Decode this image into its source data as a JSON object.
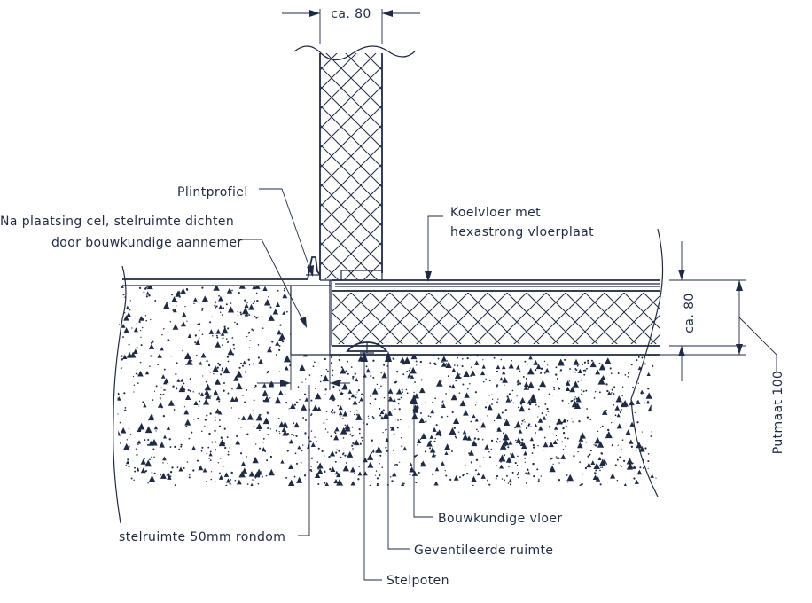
{
  "colors": {
    "line": "#1f2a44",
    "background": "#ffffff"
  },
  "labels": {
    "wall_width": "ca. 80",
    "plintprofiel": "Plintprofiel",
    "stelruimte_dichten_1": "Na plaatsing cel, stelruimte dichten",
    "stelruimte_dichten_2": "door bouwkundige aannemer",
    "koelvloer_1": "Koelvloer met",
    "koelvloer_2": "hexastrong vloerplaat",
    "floor_thickness": "ca. 80",
    "putmaat": "Putmaat 100",
    "bouwkundige_vloer": "Bouwkundige vloer",
    "geventileerde_ruimte": "Geventileerde ruimte",
    "stelpoten": "Stelpoten",
    "stelruimte_rondom": "stelruimte 50mm rondom"
  }
}
